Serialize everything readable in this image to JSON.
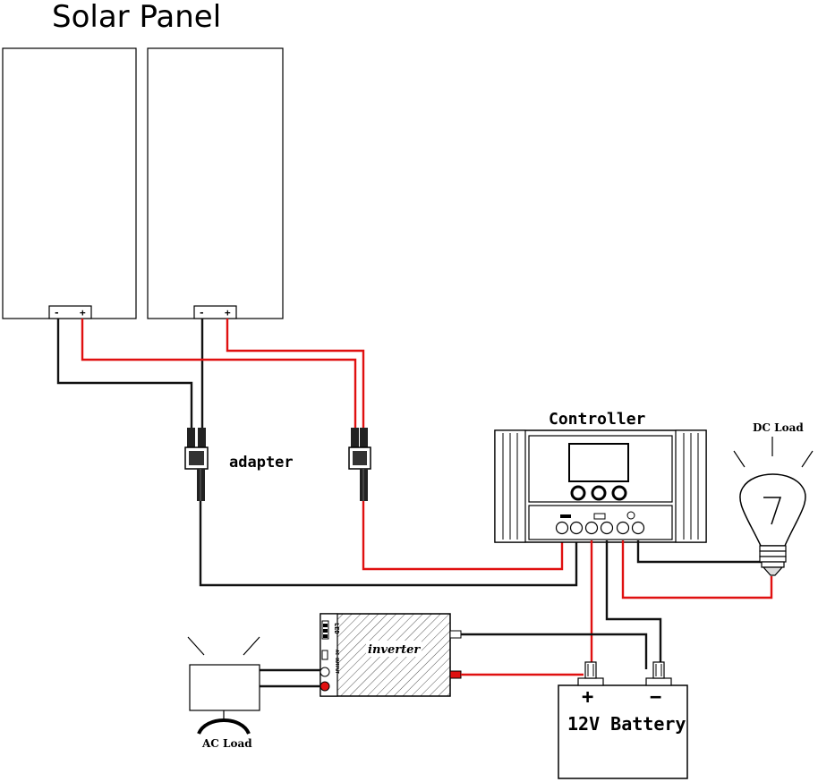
{
  "title": "Solar Panel",
  "labels": {
    "adapter": "adapter",
    "controller": "Controller",
    "dc_load": "DC Load",
    "inverter": "inverter",
    "ac_load": "AC Load",
    "battery": "12V Battery",
    "battery_plus": "+",
    "battery_minus": "−",
    "panel_minus": "-",
    "panel_plus": "+",
    "inverter_led": "LED",
    "inverter_port": "AC OUTPUT"
  },
  "colors": {
    "positive_wire": "#e01010",
    "negative_wire": "#111111",
    "outline": "#000000"
  },
  "icons": [
    "solar-panel-icon",
    "mc4-connector-icon",
    "controller-icon",
    "light-bulb-icon",
    "inverter-icon",
    "monitor-icon",
    "battery-icon"
  ]
}
